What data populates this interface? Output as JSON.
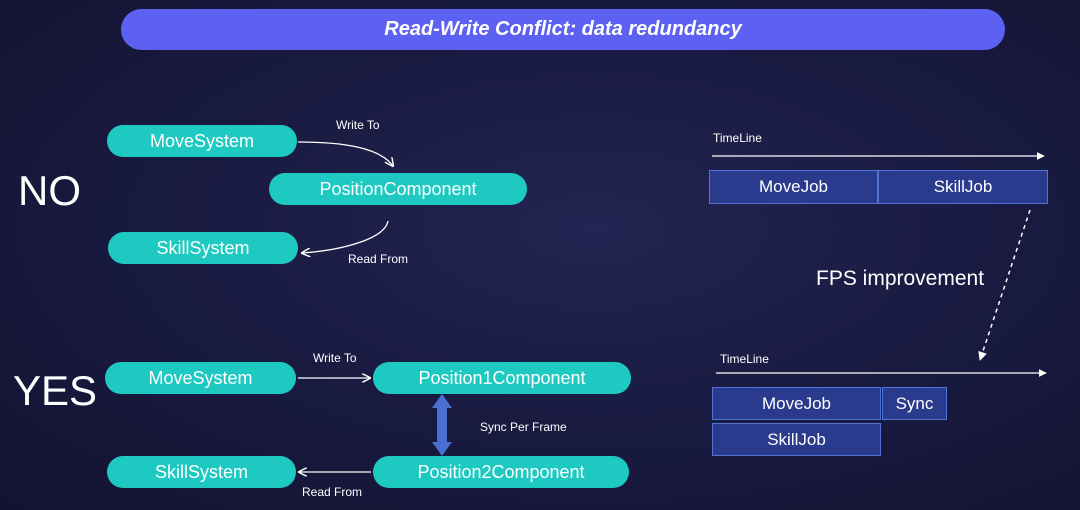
{
  "title": "Read-Write Conflict: data redundancy",
  "no_section": {
    "label": "NO",
    "move_system": "MoveSystem",
    "write_to": "Write To",
    "position_component": "PositionComponent",
    "skill_system": "SkillSystem",
    "read_from": "Read From"
  },
  "yes_section": {
    "label": "YES",
    "move_system": "MoveSystem",
    "write_to": "Write To",
    "position1_component": "Position1Component",
    "sync_per_frame": "Sync Per Frame",
    "position2_component": "Position2Component",
    "skill_system": "SkillSystem",
    "read_from": "Read From"
  },
  "timeline_top": {
    "label": "TimeLine",
    "jobs": [
      "MoveJob",
      "SkillJob"
    ]
  },
  "fps_improvement": "FPS improvement",
  "timeline_bottom": {
    "label": "TimeLine",
    "movejob": "MoveJob",
    "sync": "Sync",
    "skilljob": "SkillJob"
  },
  "colors": {
    "pill": "#1dc9c0",
    "title_bar": "#5d61f2",
    "job_fill": "#2a3a8c",
    "job_border": "#4f74d6",
    "sync_arrow": "#4a6fd0"
  }
}
